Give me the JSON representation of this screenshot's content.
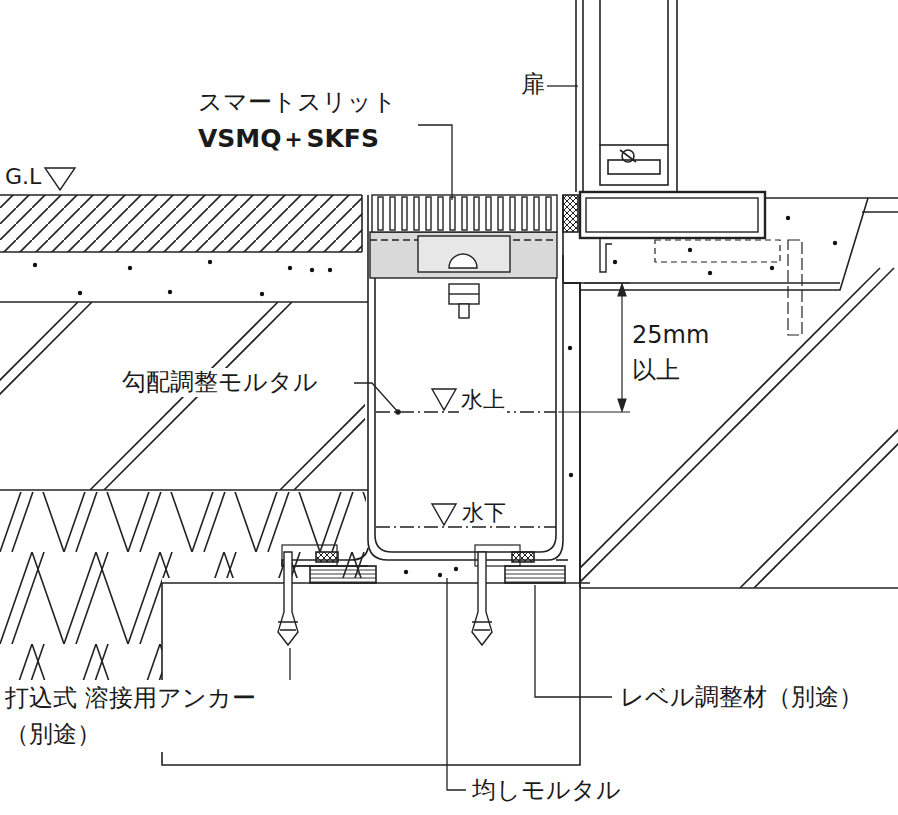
{
  "diagram": {
    "labels": [
      "扉",
      "スマートスリット",
      "VSMQ＋SKFS",
      "G.L",
      "勾配調整モルタル",
      "水上",
      "25mm 以上",
      "水下",
      "打込式 溶接用アンカー（別途）",
      "レベル調整材（別途）",
      "均しモルタル"
    ]
  }
}
